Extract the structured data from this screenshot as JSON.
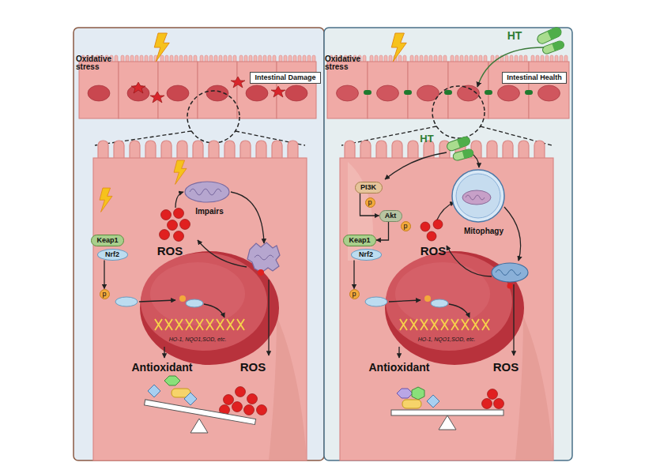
{
  "diagram": {
    "nodes": [
      {
        "text": [
          "Intestinal Damage"
        ]
      },
      {
        "text": [
          "Keap1"
        ]
      },
      {
        "text": [
          "Nrf2"
        ]
      },
      {
        "text": [
          "p"
        ]
      },
      {
        "text": [
          "Intestinal Health"
        ]
      },
      {
        "text": [
          "PI3K"
        ]
      },
      {
        "text": [
          "p"
        ]
      },
      {
        "text": [
          "Akt"
        ]
      },
      {
        "text": [
          "p"
        ]
      },
      {
        "text": [
          "Keap1"
        ]
      },
      {
        "text": [
          "Nrf2"
        ]
      },
      {
        "text": [
          "p"
        ]
      }
    ],
    "edges": [
      {
        "from": 2,
        "to": 3,
        "arrow": "to"
      },
      {
        "from": 5,
        "to": 7,
        "arrow": "to"
      },
      {
        "from": 7,
        "to": 9,
        "arrow": "to"
      },
      {
        "from": 10,
        "to": 11,
        "arrow": "to"
      }
    ],
    "labels": [
      "Oxidative stress",
      "ROS",
      "Impairs",
      "HO-1, NQO1,SOD, etc.",
      "Antioxidant",
      "ROS",
      "Oxidative stress",
      "HT",
      "HT",
      "Mitophagy",
      "ROS",
      "HO-1, NQO1,SOD, etc.",
      "Antioxidant",
      "ROS"
    ]
  }
}
